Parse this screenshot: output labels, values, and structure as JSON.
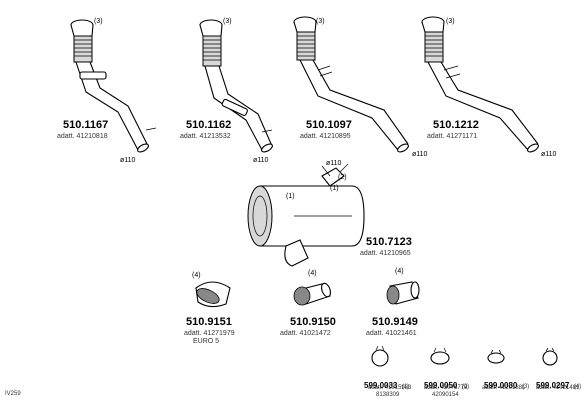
{
  "diagram_code": "IV259",
  "callouts": {
    "c1": "(3)",
    "c2": "(3)",
    "c3": "(3)",
    "c4": "(3)",
    "c5a": "(2)",
    "c5b": "(1)",
    "c5c": "(1)",
    "c6": "(4)",
    "c7": "(4)",
    "c8": "(4)"
  },
  "dims": {
    "d1": "ø110",
    "d2": "ø110",
    "d3": "ø110",
    "d4": "ø110",
    "d5": "ø110"
  },
  "parts": [
    {
      "number": "510.1167",
      "adapter": "adatt. 41210818"
    },
    {
      "number": "510.1162",
      "adapter": "adatt. 41213532"
    },
    {
      "number": "510.1097",
      "adapter": "adatt. 41210895"
    },
    {
      "number": "510.1212",
      "adapter": "adatt. 41271171"
    },
    {
      "number": "510.7123",
      "adapter": "adatt. 41210965"
    },
    {
      "number": "510.9151",
      "adapter": "adatt. 41271979",
      "note": "EURO 5"
    },
    {
      "number": "510.9150",
      "adapter": "adatt. 41021472"
    },
    {
      "number": "510.9149",
      "adapter": "adatt. 41021461"
    }
  ],
  "clamps": [
    {
      "number": "599.0033",
      "qty": "(1)",
      "adapter": "adatt. 41015983",
      "extra": "8138309"
    },
    {
      "number": "599.0050",
      "qty": "(2)",
      "adapter": "adatt. 42075779",
      "extra": "42090154"
    },
    {
      "number": "599.0080",
      "qty": "(3)",
      "adapter": "adatt. 41201881",
      "extra": ""
    },
    {
      "number": "599.0297",
      "qty": "(4)",
      "adapter": "adatt. 41021481",
      "extra": ""
    }
  ]
}
